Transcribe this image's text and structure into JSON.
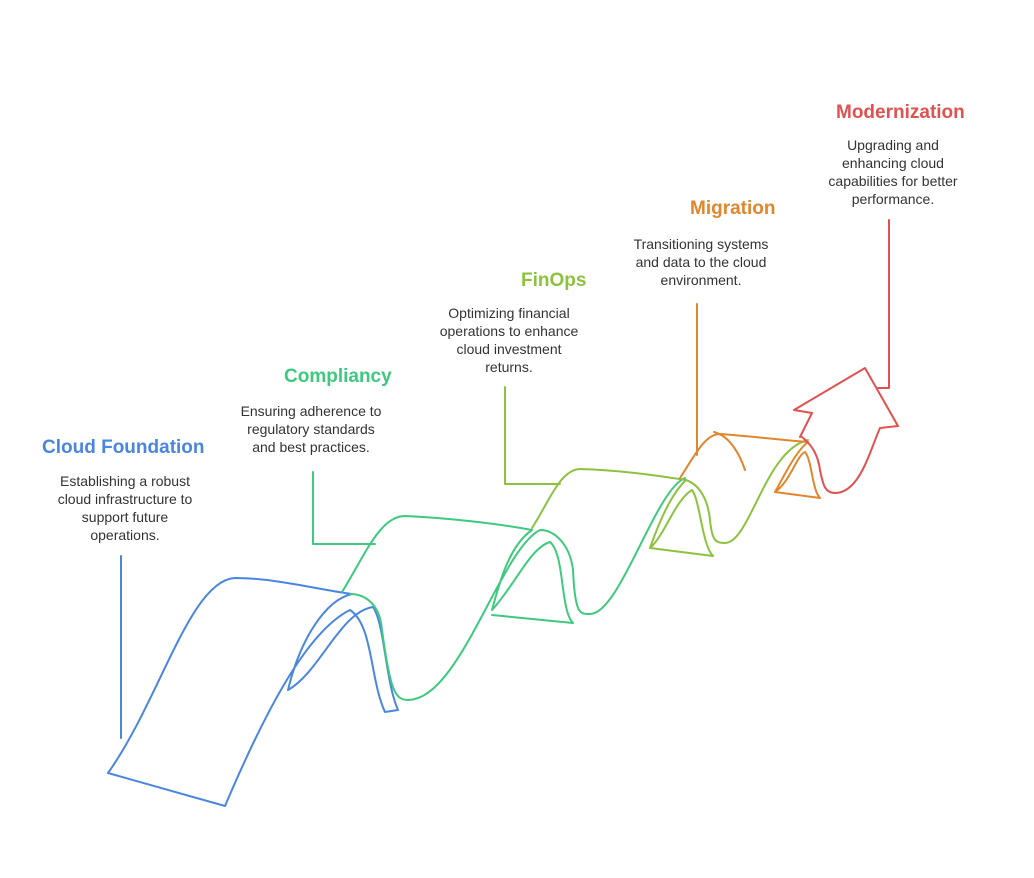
{
  "steps": [
    {
      "title": "Cloud Foundation",
      "color": "#4A86E0",
      "desc": [
        "Establishing a robust",
        "cloud infrastructure to",
        "support future",
        "operations."
      ]
    },
    {
      "title": "Compliancy",
      "color": "#3EC97E",
      "desc": [
        "Ensuring adherence to",
        "regulatory standards",
        "and best practices."
      ]
    },
    {
      "title": "FinOps",
      "color": "#8DC23F",
      "desc": [
        "Optimizing financial",
        "operations to enhance",
        "cloud investment",
        "returns."
      ]
    },
    {
      "title": "Migration",
      "color": "#E0862D",
      "desc": [
        "Transitioning systems",
        "and data to the cloud",
        "environment."
      ]
    },
    {
      "title": "Modernization",
      "color": "#E05252",
      "desc": [
        "Upgrading and",
        "enhancing cloud",
        "capabilities for better",
        "performance."
      ]
    }
  ]
}
